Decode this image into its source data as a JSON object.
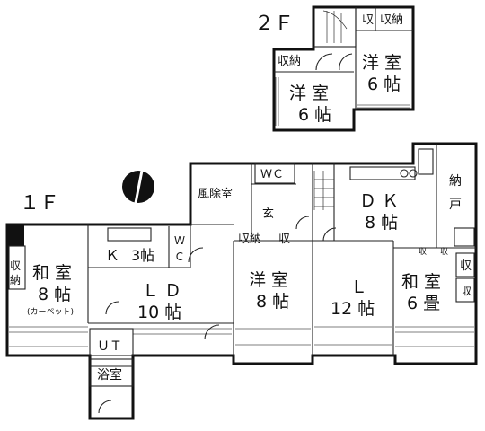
{
  "floor2": {
    "label": "２Ｆ",
    "storage_small": "収",
    "storage_large": "収納",
    "storage_mid": "収納",
    "room_a": {
      "name": "洋 室",
      "size": "6 帖"
    },
    "room_b": {
      "name": "洋 室",
      "size": "6 帖"
    }
  },
  "floor1": {
    "label": "１Ｆ",
    "wc_top": "ＷＣ",
    "wind_room": "風除室",
    "entrance": "玄",
    "dk": {
      "name": "Ｄ Ｋ",
      "size": "8 帖"
    },
    "pantry": {
      "top": "納",
      "bottom": "戸"
    },
    "storage_left": "収\n納",
    "storage_left_a": "収",
    "storage_left_b": "納",
    "washitsu_left": {
      "name": "和 室",
      "size": "8 帖",
      "note": "(カーペット)"
    },
    "kitchen": "Ｋ 3帖",
    "kitchen_k": "Ｋ",
    "kitchen_size": "3帖",
    "wc_side_a": "Ｗ",
    "wc_side_b": "Ｃ",
    "ld10": {
      "name": "Ｌ Ｄ",
      "size": "10 帖"
    },
    "storage_mid": "収納",
    "storage_mid_small": "収",
    "youshitsu8": {
      "name": "洋 室",
      "size": "8 帖"
    },
    "l12": {
      "name": "Ｌ",
      "size": "12 帖"
    },
    "washitsu_right": {
      "name": "和 室",
      "size": "6 畳"
    },
    "storage_right_top_a": "収",
    "storage_right_top_b": "収",
    "storage_right_side_a": "収",
    "storage_right_side_b": "収",
    "ut": "ＵＴ",
    "bath": "浴室"
  }
}
